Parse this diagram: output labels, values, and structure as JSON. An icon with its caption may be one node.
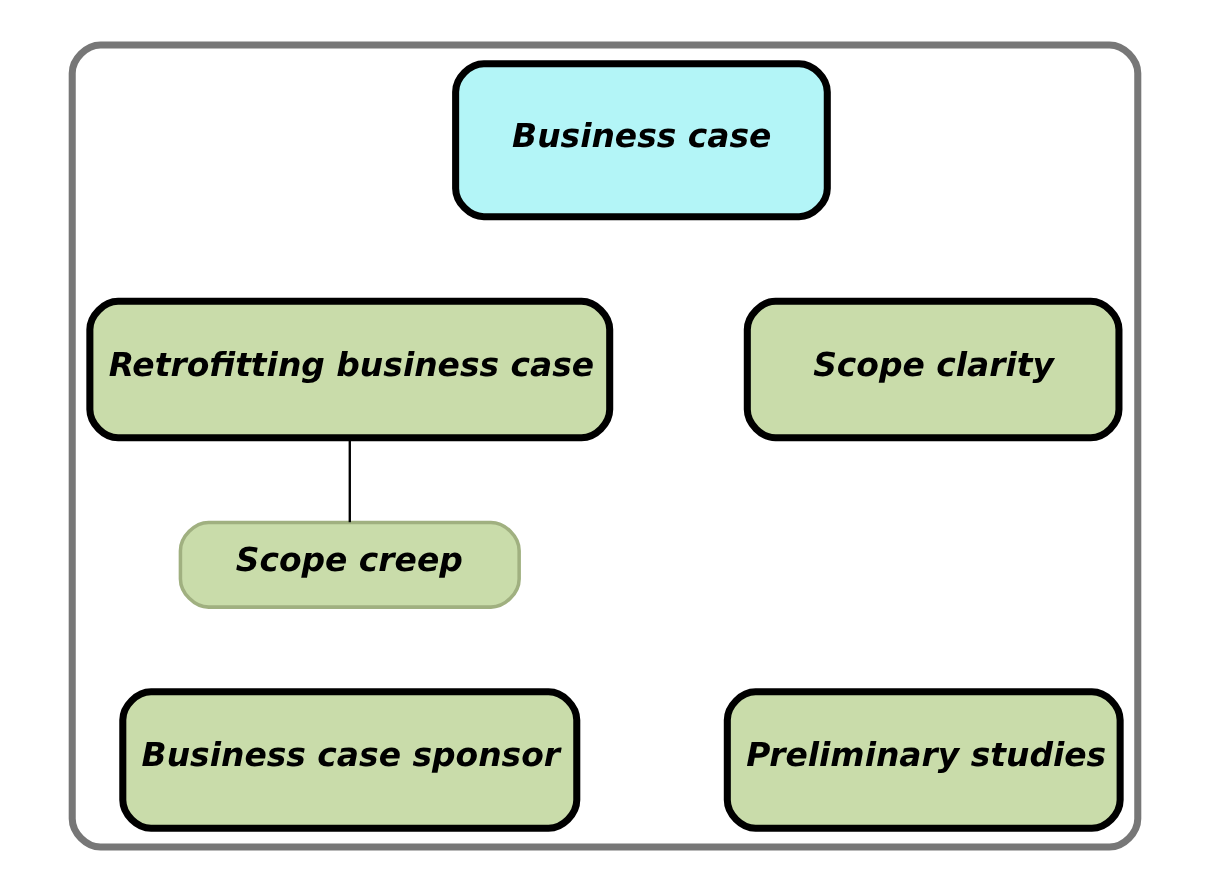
{
  "diagram": {
    "nodes": [
      {
        "text": [],
        "shape": "box"
      },
      {
        "text": [
          "Business case"
        ],
        "in": 0
      },
      {
        "text": [
          "Retrofitting business case"
        ],
        "in": 0
      },
      {
        "text": [
          "Scope clarity"
        ],
        "in": 0
      },
      {
        "text": [
          "Scope creep"
        ],
        "in": 0
      },
      {
        "text": [
          "Business case sponsor"
        ],
        "in": 0
      },
      {
        "text": [
          "Preliminary studies"
        ],
        "in": 0
      }
    ],
    "edges": [
      {
        "from": 2,
        "to": 4,
        "arrow": "none"
      }
    ]
  }
}
